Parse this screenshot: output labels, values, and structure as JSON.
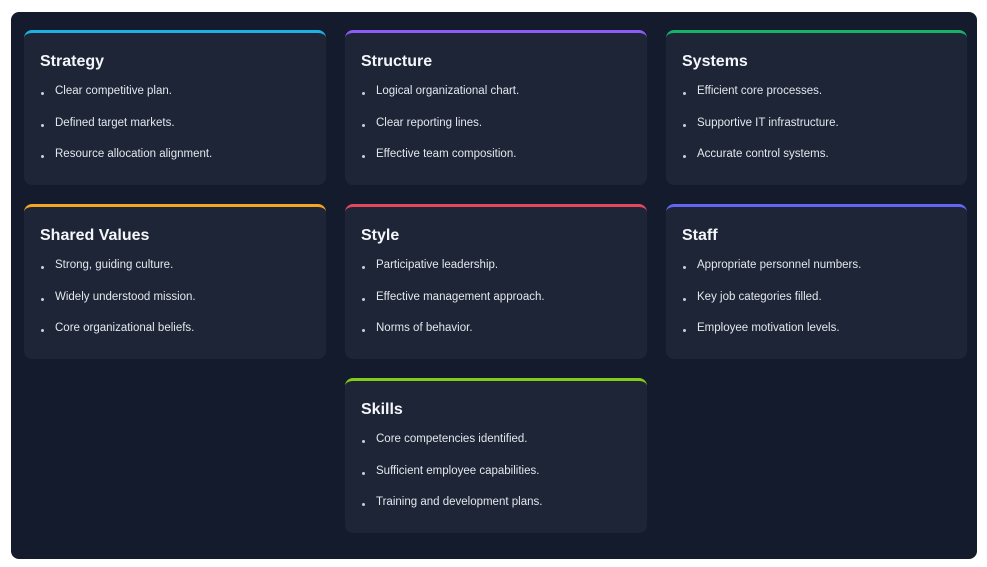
{
  "cards": [
    {
      "title": "Strategy",
      "accent": "#1fb1e1",
      "items": [
        "Clear competitive plan.",
        "Defined target markets.",
        "Resource allocation alignment."
      ]
    },
    {
      "title": "Structure",
      "accent": "#8b5cf6",
      "items": [
        "Logical organizational chart.",
        "Clear reporting lines.",
        "Effective team composition."
      ]
    },
    {
      "title": "Systems",
      "accent": "#17b26a",
      "items": [
        "Efficient core processes.",
        "Supportive IT infrastructure.",
        "Accurate control systems."
      ]
    },
    {
      "title": "Shared Values",
      "accent": "#f5a524",
      "items": [
        "Strong, guiding culture.",
        "Widely understood mission.",
        "Core organizational beliefs."
      ]
    },
    {
      "title": "Style",
      "accent": "#e2475a",
      "items": [
        "Participative leadership.",
        "Effective management approach.",
        "Norms of behavior."
      ]
    },
    {
      "title": "Staff",
      "accent": "#6366f1",
      "items": [
        "Appropriate personnel numbers.",
        "Key job categories filled.",
        "Employee motivation levels."
      ]
    },
    {
      "title": "Skills",
      "accent": "#84cc16",
      "items": [
        "Core competencies identified.",
        "Sufficient employee capabilities.",
        "Training and development plans."
      ]
    }
  ]
}
